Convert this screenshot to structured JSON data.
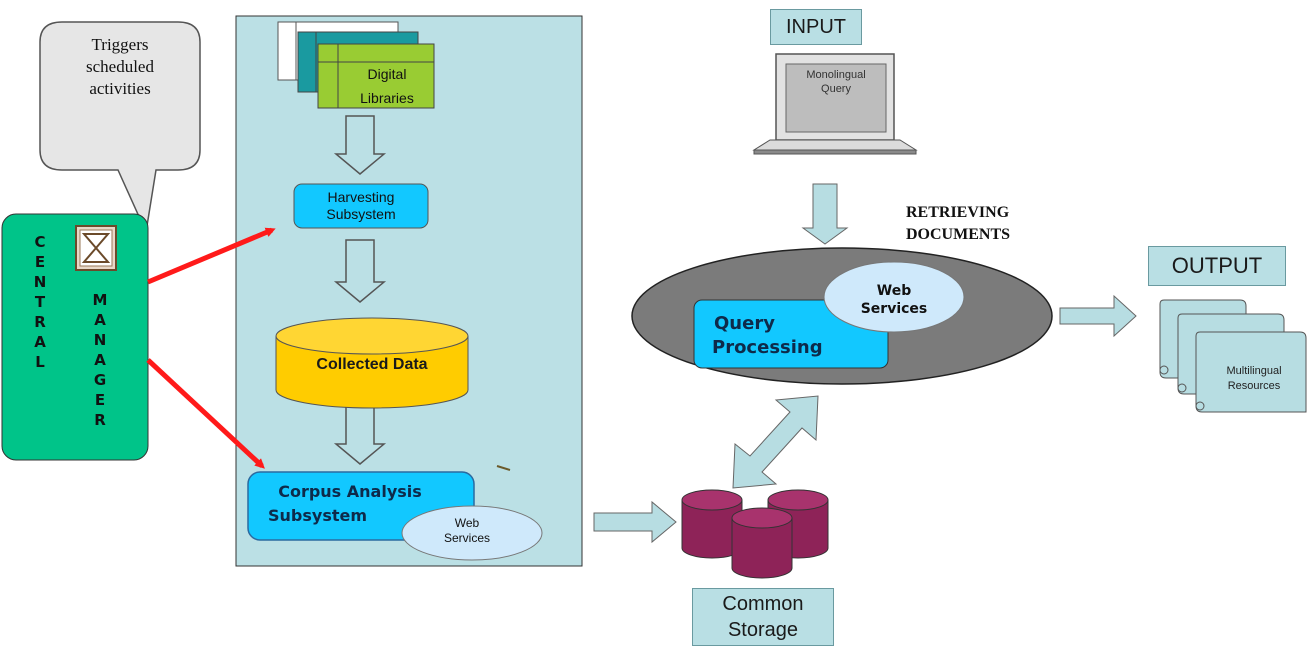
{
  "bubble": {
    "line1": "Triggers",
    "line2": "scheduled",
    "line3": "activities"
  },
  "central_manager": {
    "central_letters": [
      "C",
      "E",
      "N",
      "T",
      "R",
      "A",
      "L"
    ],
    "manager_letters": [
      "M",
      "A",
      "N",
      "A",
      "G",
      "E",
      "R"
    ],
    "icon": "hourglass-icon"
  },
  "pipeline": {
    "digital_libraries": {
      "line1": "Digital",
      "line2": "Libraries"
    },
    "harvesting": {
      "line1": "Harvesting",
      "line2": "Subsystem"
    },
    "collected_data": "Collected Data",
    "corpus_analysis": {
      "line1": "Corpus Analysis",
      "line2": "Subsystem"
    },
    "corpus_web_services": {
      "line1": "Web",
      "line2": "Services"
    }
  },
  "input": {
    "label": "INPUT",
    "screen": {
      "line1": "Monolingual",
      "line2": "Query"
    }
  },
  "retrieving": {
    "line1": "RETRIEVING",
    "line2": "DOCUMENTS"
  },
  "query_processing": {
    "line1": "Query",
    "line2": "Processing"
  },
  "query_web_services": {
    "line1": "Web",
    "line2": "Services"
  },
  "output": {
    "label": "OUTPUT",
    "doc": {
      "line1": "Multilingual",
      "line2": "Resources"
    }
  },
  "storage": {
    "line1": "Common",
    "line2": "Storage"
  },
  "colors": {
    "panel": "#bbe0e5",
    "manager_green": "#00c489",
    "harvest_blue": "#12c8ff",
    "collected_yellow": "#ffcc00",
    "db_maroon": "#8e2358",
    "red_arrow": "#ff1a1a",
    "ellipse_gray": "#7b7b7b",
    "light_arrow": "#b7dde2"
  }
}
